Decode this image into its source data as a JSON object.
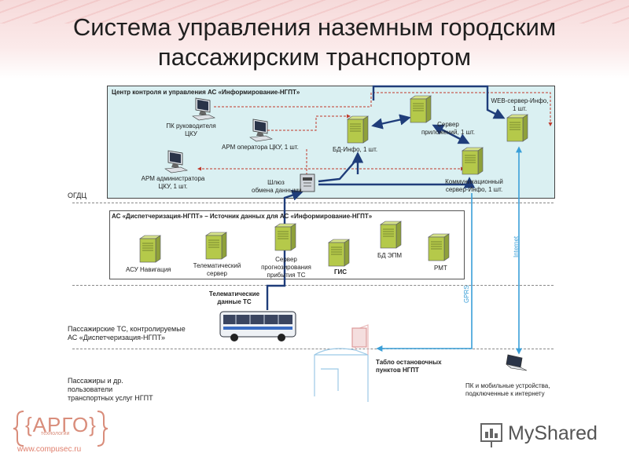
{
  "title_line1": "Система управления наземным городским",
  "title_line2": "пассажирским транспортом",
  "center_title": "Центр контроля и управления АС «Информирование-НГПТ»",
  "disp_title": "АС «Диспетчеризация-НГПТ» – Источник данных для АС «Информирование-НГПТ»",
  "ogdc": "ОГДЦ",
  "nodes": {
    "pc_head": [
      "ПК руководителя",
      "ЦКУ"
    ],
    "arm_op": "АРМ оператора ЦКУ, 1 шт.",
    "arm_admin": [
      "АРМ администратора",
      "ЦКУ, 1 шт."
    ],
    "gateway": [
      "Шлюз",
      "обмена данными"
    ],
    "bd_info": "БД-Инфо, 1 шт.",
    "app_server": [
      "Сервер",
      "приложений, 1 шт."
    ],
    "web_server": [
      "WEB-сервер-Инфо,",
      "1 шт."
    ],
    "comm_server": [
      "Коммуникационный",
      "сервер-Инфо, 1 шт."
    ],
    "asu_nav": "АСУ Навигация",
    "telematic": [
      "Телематический",
      "сервер"
    ],
    "forecast": [
      "Сервер",
      "прогнозирования",
      "прибытия ТС"
    ],
    "gis": "ГИС",
    "bd_epm": "БД ЭПМ",
    "rmt": "РМТ",
    "telematic_data": [
      "Телематические",
      "данные ТС"
    ],
    "stop_board": [
      "Табло остановочных",
      "пунктов НГПТ"
    ],
    "mobile": [
      "ПК и мобильные устройства,",
      "подключенные к интернету"
    ]
  },
  "side": {
    "vehicles": [
      "Пассажирские ТС, контролируемые",
      "АС «Диспетчеризация-НГПТ»"
    ],
    "passengers": [
      "Пассажиры и др.",
      "пользователи",
      "транспортных услуг НГПТ"
    ]
  },
  "links": {
    "gprs": "GPRS",
    "internet": "Internet"
  },
  "logo": {
    "word": "{АРГО}",
    "sub": "технологии",
    "url": "www.compusec.ru"
  },
  "watermark": "MyShared",
  "colors": {
    "navy": "#1f3d7a",
    "red": "#c0392b",
    "cyan": "#3a9fd8",
    "server": "#b5c94a",
    "center_bg": "#daf0f2"
  }
}
